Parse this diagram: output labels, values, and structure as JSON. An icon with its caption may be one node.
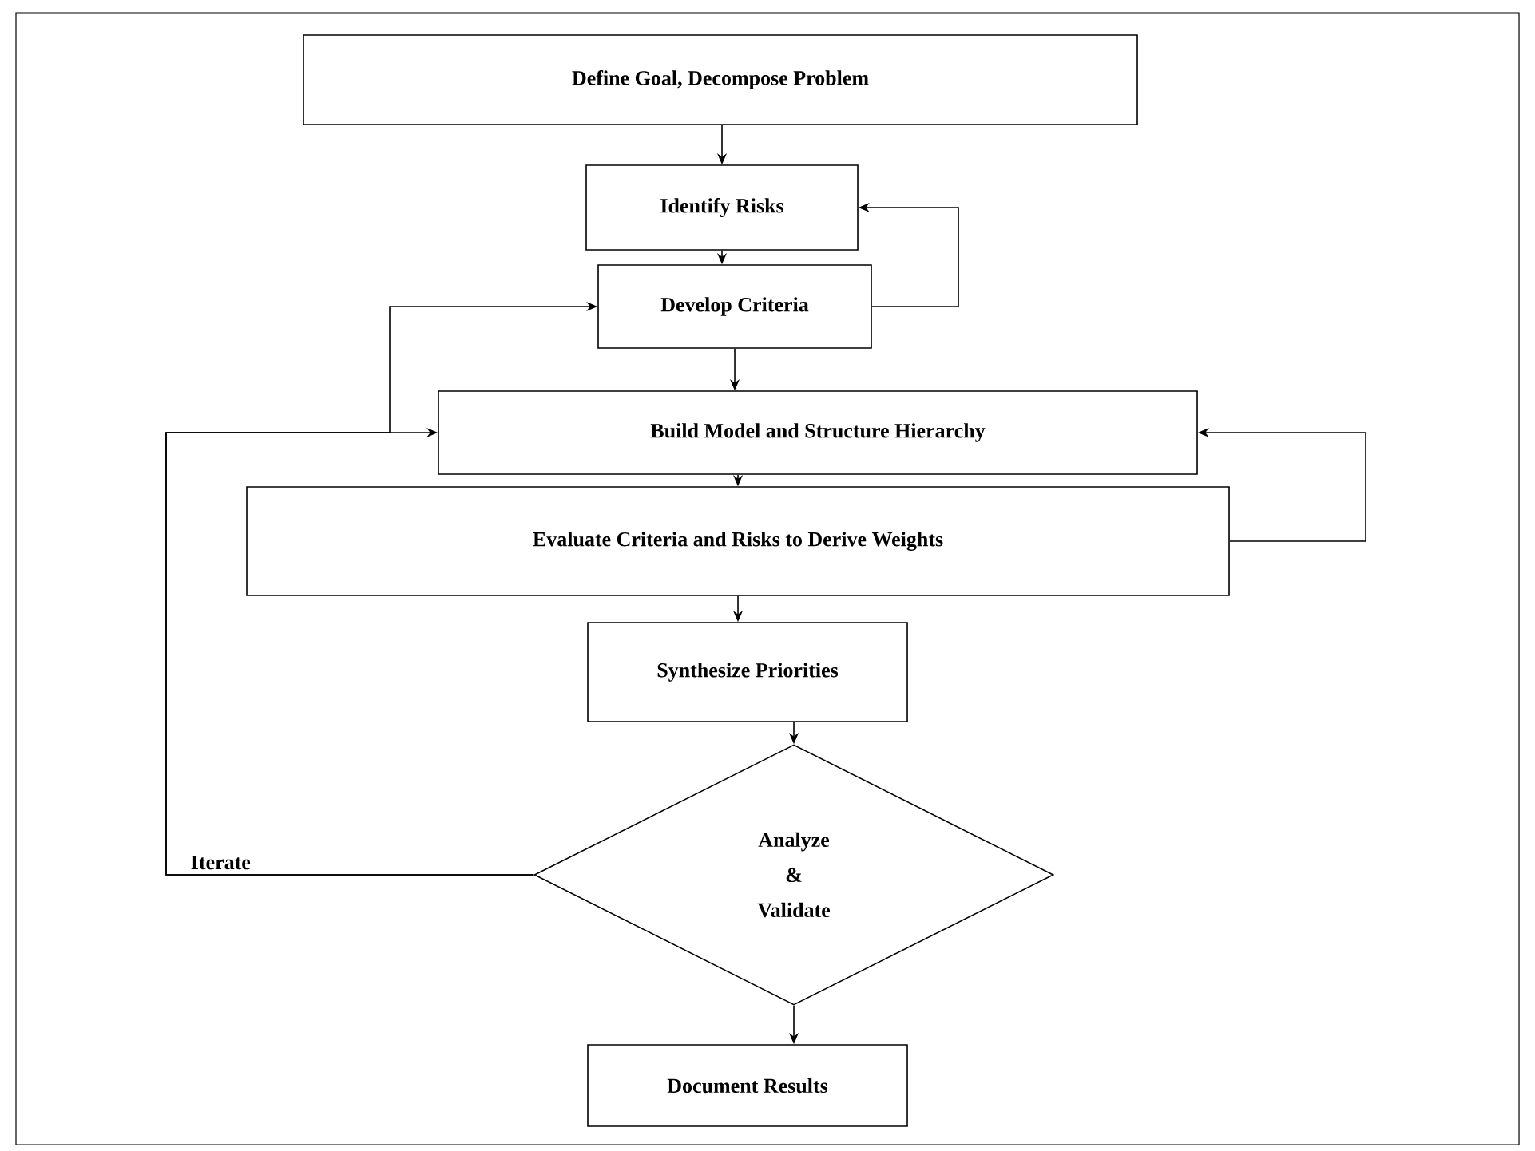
{
  "diagram": {
    "nodes": [
      {
        "text": [
          "Define Goal, Decompose Problem"
        ]
      },
      {
        "text": [
          "Identify Risks"
        ]
      },
      {
        "text": [
          "Develop Criteria"
        ]
      },
      {
        "text": [
          "Build Model and Structure Hierarchy"
        ]
      },
      {
        "text": [
          "Evaluate Criteria and Risks to Derive Weights"
        ]
      },
      {
        "text": [
          "Synthesize Priorities"
        ]
      },
      {
        "text": [
          "Analyze & Validate"
        ]
      },
      {
        "text": [
          "Document Results"
        ]
      }
    ],
    "edges": [
      {
        "from": 0,
        "to": 1,
        "arrow": "to"
      },
      {
        "from": 1,
        "to": 2,
        "arrow": "to"
      },
      {
        "from": 2,
        "to": 1,
        "arrow": "to"
      },
      {
        "from": 2,
        "to": 3,
        "arrow": "to"
      },
      {
        "from": 3,
        "to": 4,
        "arrow": "to"
      },
      {
        "from": 4,
        "to": 3,
        "arrow": "to"
      },
      {
        "from": 4,
        "to": 5,
        "arrow": "to"
      },
      {
        "from": 5,
        "to": 6,
        "arrow": "to"
      },
      {
        "from": 6,
        "to": 7,
        "arrow": "to"
      },
      {
        "from": 6,
        "to": 3,
        "arrow": "to",
        "label": "Iterate"
      },
      {
        "from": 6,
        "to": 2,
        "arrow": "to"
      }
    ]
  }
}
